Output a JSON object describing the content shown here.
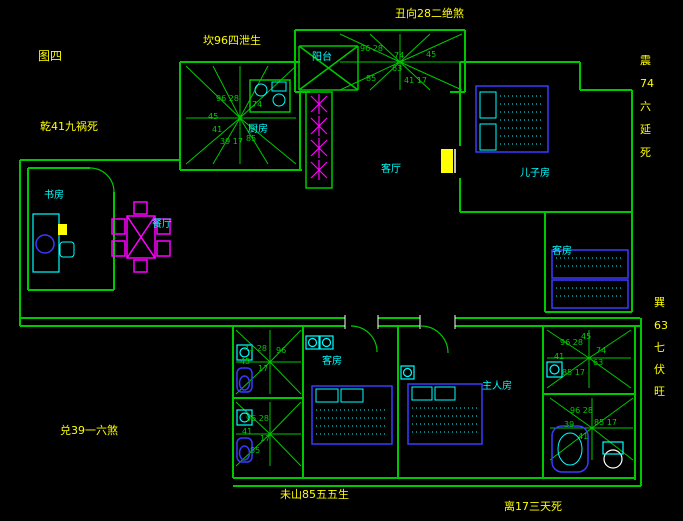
{
  "figure_label": "图四",
  "annotations": {
    "chou": "丑向28二绝煞",
    "kan": "坎96四泄生",
    "qian": "乾41九祸死",
    "dui": "兑39一六煞",
    "wei": "未山85五五生",
    "li": "离17三天死",
    "zhen": [
      "震",
      "74",
      "六",
      "延",
      "死"
    ],
    "xun": [
      "巽",
      "63",
      "七",
      "伏",
      "旺"
    ]
  },
  "rooms": {
    "balcony": "阳台",
    "kitchen": "厨房",
    "study": "书房",
    "dining": "餐厅",
    "living": "客厅",
    "son": "儿子房",
    "guest_right": "客房",
    "guest_bottom": "客房",
    "master": "主人房"
  },
  "diagrams": {
    "top_center": [
      "96 28",
      "74",
      "63",
      "85",
      "41 17",
      "45"
    ],
    "kitchen": [
      "96 28",
      "74",
      "45",
      "41",
      "39 17",
      "85"
    ],
    "bath_left_upper": [
      "41 28",
      "45",
      "17",
      "96"
    ],
    "bath_left_lower": [
      "96 28",
      "41",
      "17",
      "85"
    ],
    "bath_right_upper": [
      "96 28",
      "41",
      "74",
      "63",
      "85 17",
      "45"
    ],
    "bath_right_lower": [
      "96 28",
      "39",
      "41",
      "85 17"
    ]
  },
  "colors": {
    "wall": "#00c800",
    "label_primary": "#ffff00",
    "label_room": "#00ffff",
    "furniture": "#3a3aff",
    "accent": "#ff00ff"
  }
}
